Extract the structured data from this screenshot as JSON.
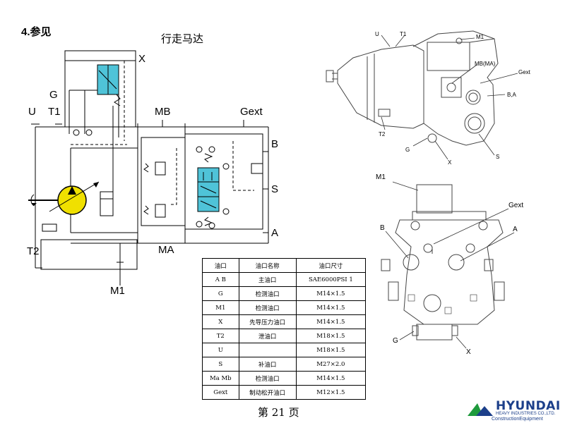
{
  "header": {
    "section": "4.参见",
    "subtitle": "行走马达"
  },
  "schematic_labels": {
    "x": "X",
    "g": "G",
    "u": "U",
    "t1": "T1",
    "mb": "MB",
    "gext": "Gext",
    "b": "B",
    "s": "S",
    "a": "A",
    "t2": "T2",
    "ma": "MA",
    "m1": "M1"
  },
  "side_view_labels": {
    "u": "U",
    "t1": "T1",
    "m1": "M1",
    "mb_ma": "MB(MA)",
    "gext": "Gext",
    "b_a": "B,A",
    "t2": "T2",
    "g": "G",
    "x": "X",
    "s": "S"
  },
  "bottom_view_labels": {
    "m1": "M1",
    "gext": "Gext",
    "b": "B",
    "a": "A",
    "g": "G",
    "x": "X"
  },
  "port_table": {
    "headers": [
      "油口",
      "油口名称",
      "油口尺寸"
    ],
    "rows": [
      [
        "A  B",
        "主油口",
        "SAE6000PSI 1"
      ],
      [
        "G",
        "检测油口",
        "M14×1.5"
      ],
      [
        "M1",
        "检测油口",
        "M14×1.5"
      ],
      [
        "X",
        "先导压力油口",
        "M14×1.5"
      ],
      [
        "T2",
        "泄油口",
        "M18×1.5"
      ],
      [
        "U",
        "",
        "M18×1.5"
      ],
      [
        "S",
        "补油口",
        "M27×2.0"
      ],
      [
        "Ma  Mb",
        "检测油口",
        "M14×1.5"
      ],
      [
        "Gext",
        "制动松开油口",
        "M12×1.5"
      ]
    ]
  },
  "footer": {
    "page": "第 21 页"
  },
  "logo": {
    "name": "HYUNDAI",
    "line1": "HEAVY INDUSTRIES CO.,LTD.",
    "line2": "ConstructionEquipment"
  },
  "colors": {
    "valve_fill": "#4fc3d8",
    "motor_fill": "#f0e000",
    "logo_blue": "#1c3f8a",
    "logo_green": "#1e9a3c"
  }
}
